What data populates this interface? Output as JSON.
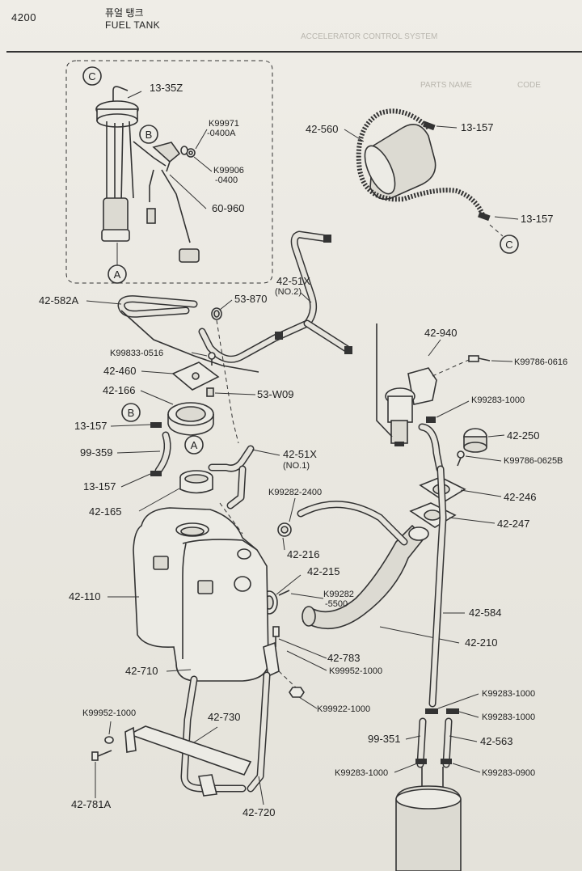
{
  "header": {
    "page_number": "4200",
    "title_korean": "퓨얼 탱크",
    "title_english": "FUEL TANK",
    "bleed_text": [
      "ACCELERATOR CONTROL SYSTEM",
      "PARTS NAME",
      "CODE"
    ]
  },
  "circle_refs": {
    "c_top": "C",
    "b_top": "B",
    "a_top": "A",
    "c_right": "C",
    "b_left": "B",
    "a_mid": "A"
  },
  "part_labels": {
    "p_13_35Z": "13-35Z",
    "p_K99971_a": "K99971",
    "p_K99971_b": "-0400A",
    "p_K99906_a": "K99906",
    "p_K99906_b": "-0400",
    "p_60_960": "60-960",
    "p_42_560": "42-560",
    "p_13_157_top": "13-157",
    "p_13_157_right": "13-157",
    "p_42_51X_no2": "42-51X",
    "p_no2": "(NO.2)",
    "p_42_582A": "42-582A",
    "p_53_870": "53-870",
    "p_42_940": "42-940",
    "p_K99786_0616": "K99786-0616",
    "p_K99833_0516": "K99833-0516",
    "p_42_460": "42-460",
    "p_42_166": "42-166",
    "p_53_W09": "53-W09",
    "p_K99283_1000_a": "K99283-1000",
    "p_13_157_left": "13-157",
    "p_42_250": "42-250",
    "p_99_359": "99-359",
    "p_42_51X_no1": "42-51X",
    "p_no1": "(NO.1)",
    "p_K99786_0625B": "K99786-0625B",
    "p_13_157_lower": "13-157",
    "p_K99282_2400": "K99282-2400",
    "p_42_246": "42-246",
    "p_42_165": "42-165",
    "p_42_247": "42-247",
    "p_42_216": "42-216",
    "p_42_215": "42-215",
    "p_K99282_a": "K99282",
    "p_K99282_b": "-5500",
    "p_42_110": "42-110",
    "p_42_584": "42-584",
    "p_42_210": "42-210",
    "p_42_783": "42-783",
    "p_K99952_1000_a": "K99952-1000",
    "p_42_710": "42-710",
    "p_K99283_1000_b": "K99283-1000",
    "p_K99922_1000": "K99922-1000",
    "p_K99283_1000_c": "K99283-1000",
    "p_K99952_1000_b": "K99952-1000",
    "p_42_730": "42-730",
    "p_99_351": "99-351",
    "p_42_563": "42-563",
    "p_K99283_1000_d": "K99283-1000",
    "p_K99283_0900": "K99283-0900",
    "p_42_781A": "42-781A",
    "p_42_720": "42-720"
  }
}
